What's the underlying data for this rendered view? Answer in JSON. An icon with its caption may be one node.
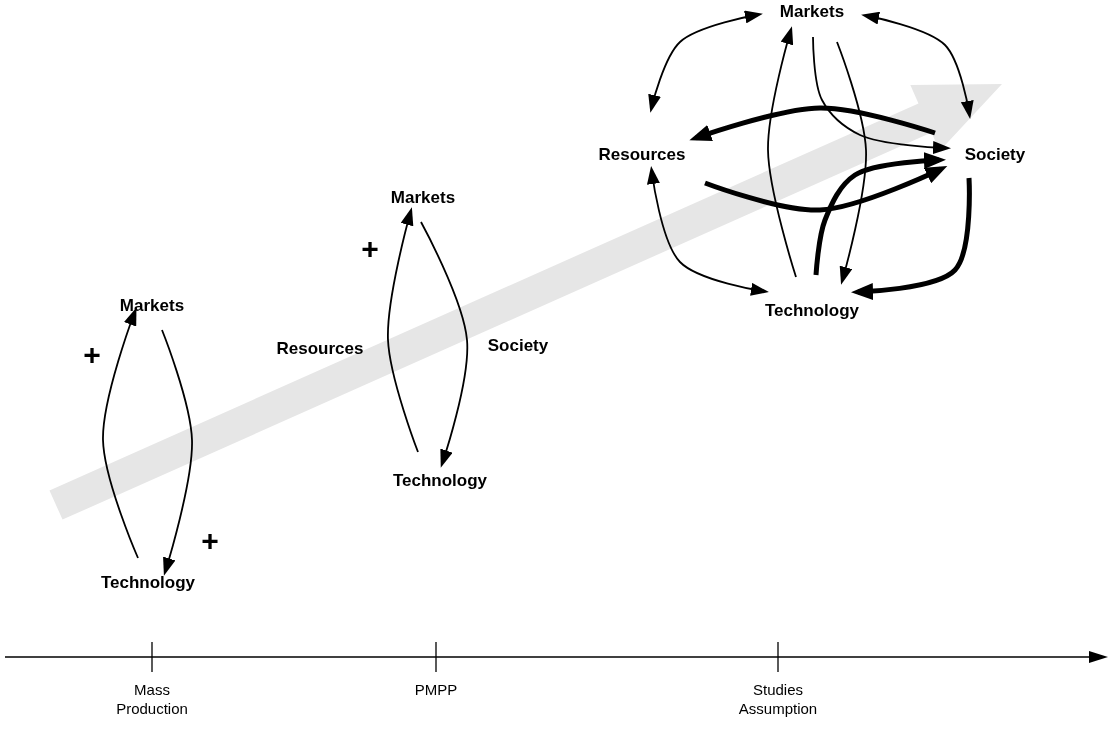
{
  "diagram": {
    "nodes": [
      {
        "text": [
          "Markets"
        ]
      },
      {
        "text": [
          "Technology"
        ]
      },
      {
        "text": [
          "Markets"
        ]
      },
      {
        "text": [
          "Technology"
        ]
      },
      {
        "text": [
          "Markets"
        ]
      },
      {
        "text": [
          "Resources"
        ]
      },
      {
        "text": [
          "Society"
        ]
      },
      {
        "text": [
          "Technology"
        ]
      }
    ],
    "edges": [
      {
        "from": 1,
        "to": 0,
        "arrow": "to"
      },
      {
        "from": 0,
        "to": 1,
        "arrow": "to"
      },
      {
        "from": 3,
        "to": 2,
        "arrow": "to",
        "label": "Resources"
      },
      {
        "from": 2,
        "to": 3,
        "arrow": "to",
        "label": "Society"
      },
      {
        "from": 4,
        "to": 5,
        "arrow": "both"
      },
      {
        "from": 4,
        "to": 6,
        "arrow": "both"
      },
      {
        "from": 5,
        "to": 7,
        "arrow": "both"
      },
      {
        "from": 7,
        "to": 4,
        "arrow": "to"
      },
      {
        "from": 4,
        "to": 6,
        "arrow": "to"
      },
      {
        "from": 4,
        "to": 7,
        "arrow": "to"
      },
      {
        "from": 6,
        "to": 5,
        "arrow": "to",
        "style": "thick"
      },
      {
        "from": 5,
        "to": 6,
        "arrow": "to",
        "style": "thick"
      },
      {
        "from": 7,
        "to": 6,
        "arrow": "to",
        "style": "thick"
      },
      {
        "from": 6,
        "to": 7,
        "arrow": "to",
        "style": "thick"
      }
    ],
    "labels": [
      "+",
      "+",
      "+",
      "Mass Production",
      "PMPP",
      "Studies Assumption"
    ]
  }
}
